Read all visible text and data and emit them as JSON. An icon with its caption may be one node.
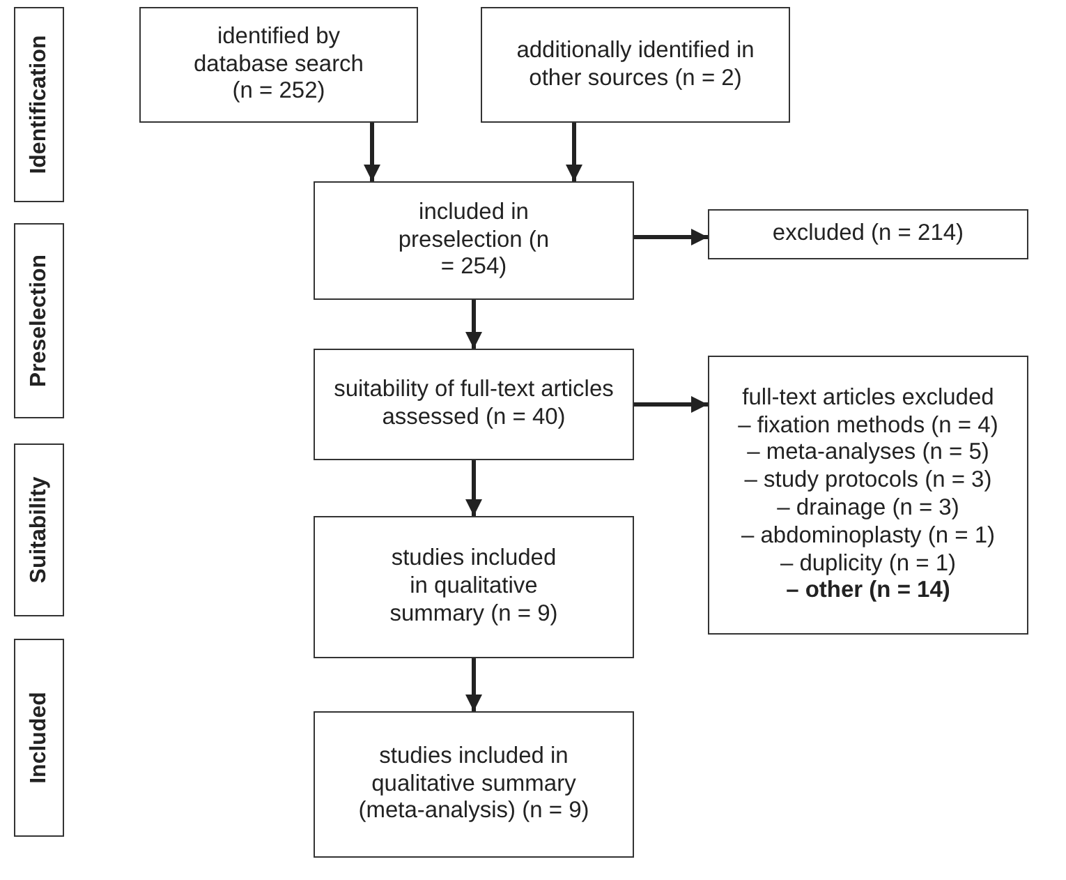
{
  "diagram": {
    "nodes": [
      {
        "text": [
          "Identification"
        ]
      },
      {
        "text": [
          "identified by database search (n = 252)"
        ]
      },
      {
        "text": [
          "additionally identified in other sources (n = 2)"
        ]
      },
      {
        "text": [
          "Preselection"
        ]
      },
      {
        "text": [
          "included in preselection (n = 254)"
        ]
      },
      {
        "text": [
          "excluded (n = 214)"
        ]
      },
      {
        "text": [
          "suitability of full-text articles assessed (n = 40)"
        ]
      },
      {
        "text": [
          "full-text articles excluded",
          "– fixation methods (n = 4)",
          "– meta-analyses (n = 5)",
          "– study protocols (n = 3)",
          "– drainage (n = 3)",
          "– abdominoplasty (n = 1)",
          "– duplicity (n = 1)",
          "**– other (n = 14)**"
        ]
      },
      {
        "text": [
          "Suitability"
        ]
      },
      {
        "text": [
          "studies included in qualitative summary (n = 9)"
        ]
      },
      {
        "text": [
          "Included"
        ]
      },
      {
        "text": [
          "studies included in qualitative summary (meta-analysis) (n = 9)"
        ]
      }
    ],
    "edges": [
      {
        "from": 1,
        "to": 4,
        "arrow": "to"
      },
      {
        "from": 2,
        "to": 4,
        "arrow": "to"
      },
      {
        "from": 4,
        "to": 5,
        "arrow": "to"
      },
      {
        "from": 4,
        "to": 6,
        "arrow": "to"
      },
      {
        "from": 6,
        "to": 7,
        "arrow": "to"
      },
      {
        "from": 6,
        "to": 9,
        "arrow": "to"
      },
      {
        "from": 9,
        "to": 11,
        "arrow": "to"
      }
    ]
  }
}
